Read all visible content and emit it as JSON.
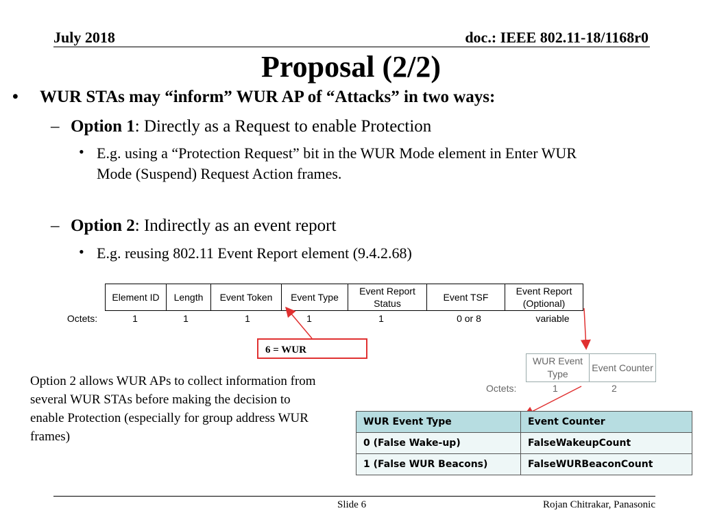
{
  "header": {
    "date": "July 2018",
    "doc": "doc.: IEEE 802.11-18/1168r0"
  },
  "title": "Proposal (2/2)",
  "bullet1": {
    "marker": "•",
    "text": "WUR STAs may “inform” WUR AP of “Attacks” in two ways:"
  },
  "option1": {
    "dash": "–",
    "label": "Option 1",
    "rest": ": Directly as a Request to enable Protection",
    "sub_marker": "•",
    "sub_line1": "E.g. using a “Protection Request” bit in the WUR Mode element in Enter WUR",
    "sub_line2": "Mode (Suspend) Request Action frames."
  },
  "option2": {
    "dash": "–",
    "label": "Option 2",
    "rest": ": Indirectly as an event report",
    "sub_marker": "•",
    "sub_line1": "E.g. reusing 802.11 Event Report element (9.4.2.68)"
  },
  "element_format": {
    "fields": [
      "Element ID",
      "Length",
      "Event Token",
      "Event Type",
      "Event Report Status",
      "Event TSF",
      "Event Report (Optional)"
    ],
    "octets_label": "Octets:",
    "octets": [
      "1",
      "1",
      "1",
      "1",
      "1",
      "0 or 8",
      "variable"
    ]
  },
  "event_type_note": "6 = WUR",
  "wur_report_format": {
    "fields": [
      "WUR Event Type",
      "Event Counter"
    ],
    "octets_label": "Octets:",
    "octets": [
      "1",
      "2"
    ]
  },
  "event_table": {
    "headers": [
      "WUR Event Type",
      "Event Counter"
    ],
    "rows": [
      [
        "0 (False Wake-up)",
        "FalseWakeupCount"
      ],
      [
        "1 (False WUR Beacons)",
        "FalseWURBeaconCount"
      ]
    ]
  },
  "note_text": "Option 2 allows WUR APs to collect information from several WUR STAs before making the decision to enable Protection (especially for group address WUR frames)",
  "footer": {
    "slide": "Slide 6",
    "author": "Rojan Chitrakar, Panasonic"
  },
  "colors": {
    "accent_red": "#e03030",
    "table_header": "#b7dde1",
    "table_row": "#eef7f7"
  }
}
